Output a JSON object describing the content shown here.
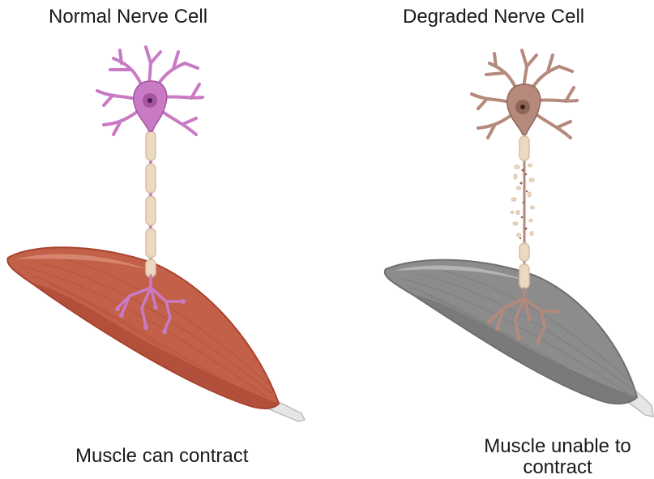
{
  "panels": [
    {
      "title": "Normal Nerve Cell",
      "caption": "Muscle can contract",
      "neuron_color": "#c97ac4",
      "neuron_dark": "#a653a0",
      "nucleus_color": "#7a2d78",
      "muscle_color": "#c2604a",
      "muscle_dark": "#a8432f",
      "muscle_light": "#d98a72"
    },
    {
      "title": "Degraded Nerve Cell",
      "caption_line1": "Muscle unable to",
      "caption_line2": "contract",
      "neuron_color": "#b58a7c",
      "neuron_dark": "#8f6558",
      "nucleus_color": "#6b3d30",
      "muscle_color": "#8c8c8c",
      "muscle_dark": "#6e6e6e",
      "muscle_light": "#a8a8a8"
    }
  ],
  "myelin_color": "#ecd9c2",
  "myelin_edge": "#d6bfa3",
  "tendon_color": "#e6e6e6"
}
